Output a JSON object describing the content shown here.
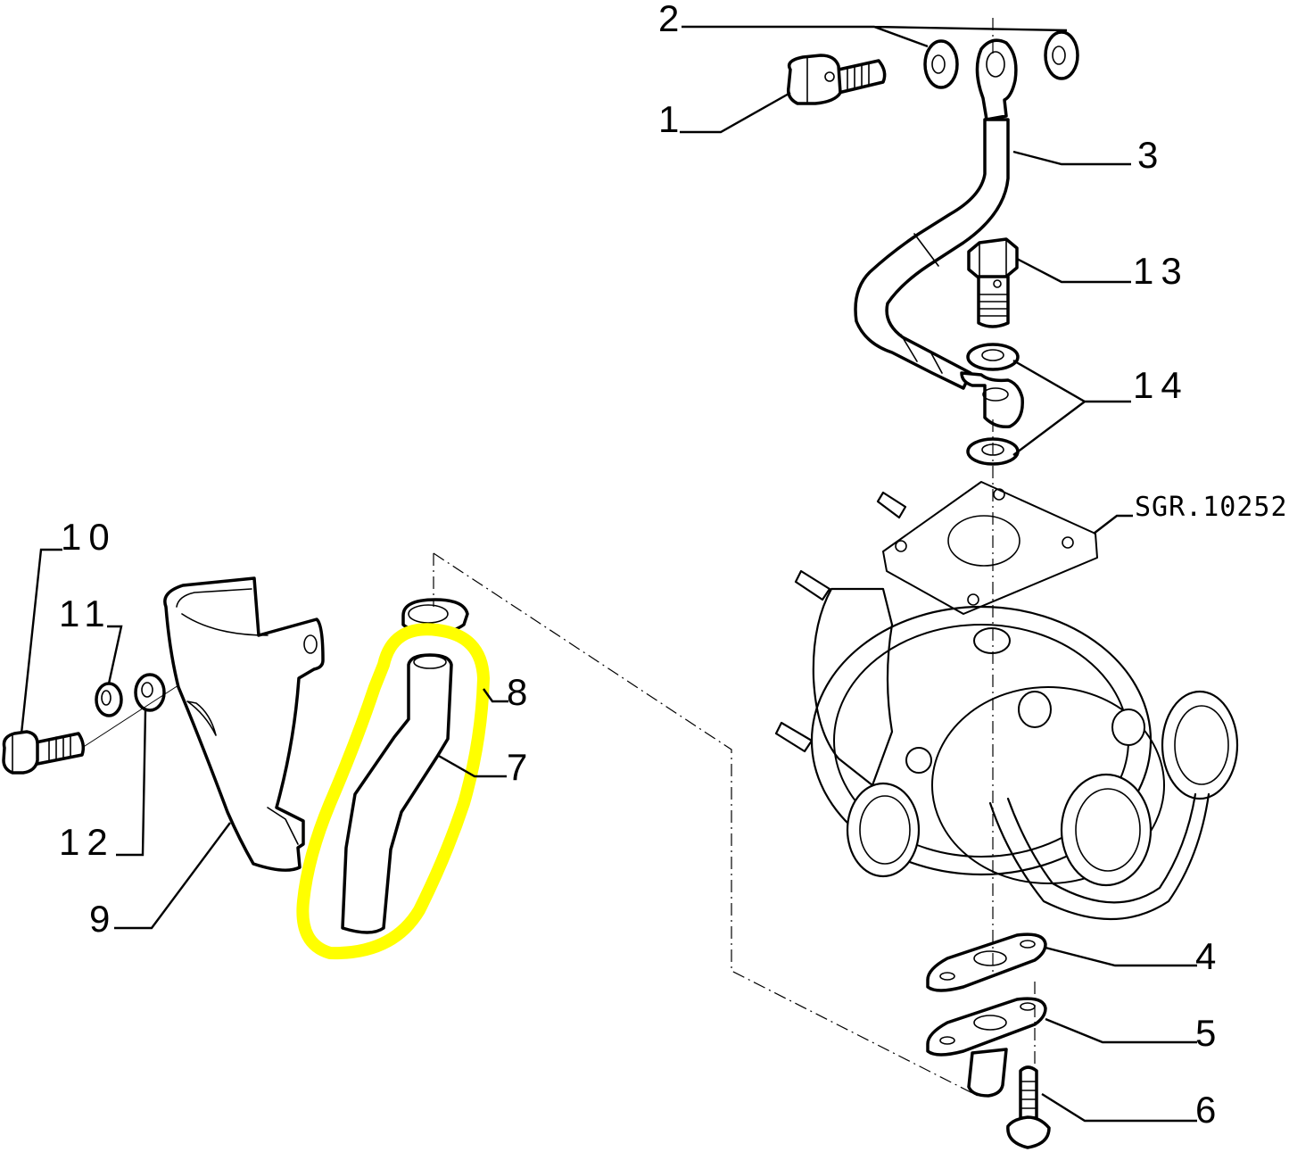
{
  "diagram": {
    "reference_code": "SGR.10252",
    "highlight_color": "#ffff00",
    "highlighted_part": "7",
    "callouts": [
      {
        "id": "1",
        "label": "1"
      },
      {
        "id": "2",
        "label": "2"
      },
      {
        "id": "3",
        "label": "3"
      },
      {
        "id": "4",
        "label": "4"
      },
      {
        "id": "5",
        "label": "5"
      },
      {
        "id": "6",
        "label": "6"
      },
      {
        "id": "7",
        "label": "7"
      },
      {
        "id": "8",
        "label": "8"
      },
      {
        "id": "9",
        "label": "9"
      },
      {
        "id": "10",
        "label": "10"
      },
      {
        "id": "11",
        "label": "11"
      },
      {
        "id": "12",
        "label": "12"
      },
      {
        "id": "13",
        "label": "13"
      },
      {
        "id": "14",
        "label": "14"
      }
    ]
  }
}
